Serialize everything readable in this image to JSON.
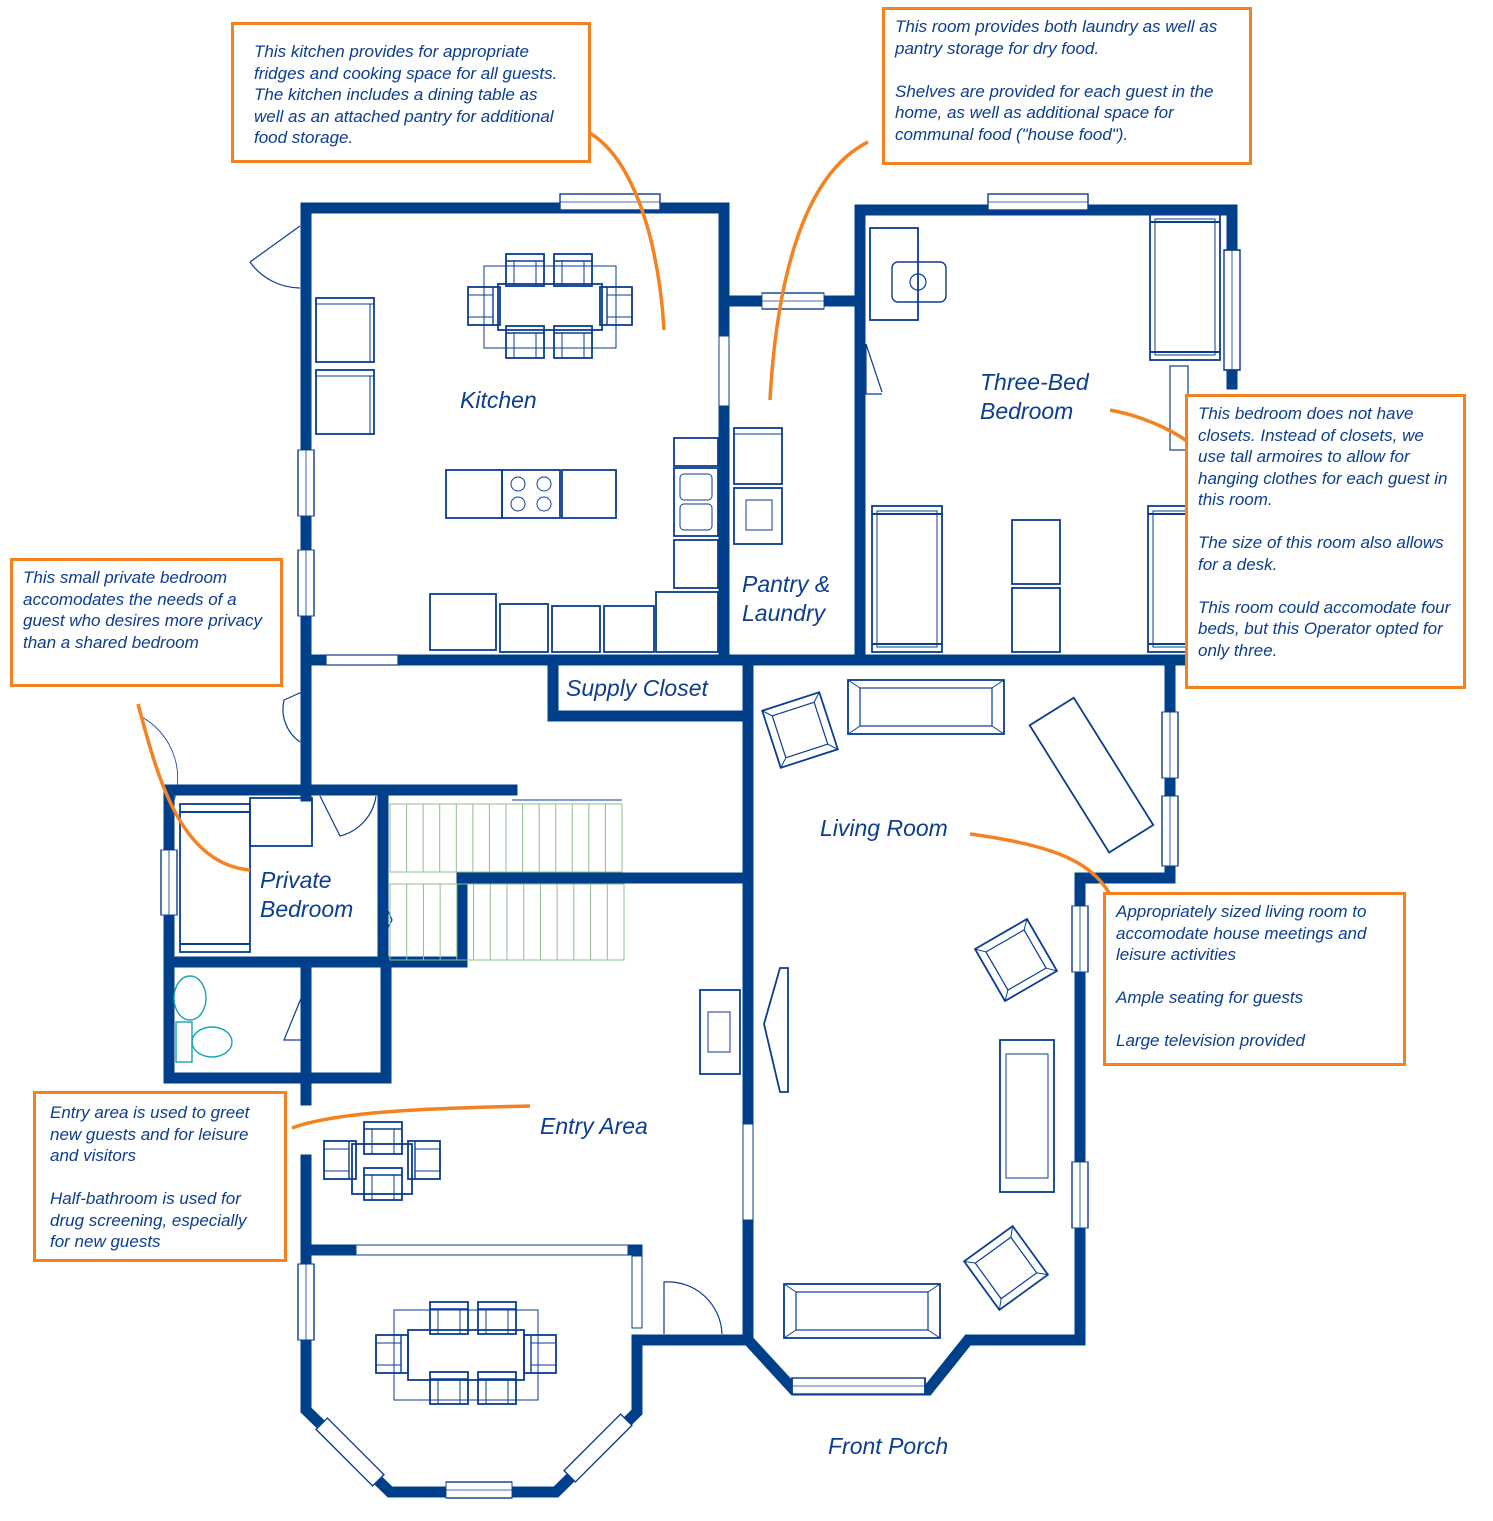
{
  "colors": {
    "wall": "#003f8a",
    "furniture": "#0b3d91",
    "fixture": "#17a3b5",
    "stairs": "#8fbf8f",
    "callout": "#f58220",
    "text": "#0b3d91"
  },
  "rooms": {
    "kitchen": "Kitchen",
    "pantry": "Pantry &\nLaundry",
    "three_bed": "Three-Bed\nBedroom",
    "supply": "Supply Closet",
    "living": "Living Room",
    "private": "Private\nBedroom",
    "entry": "Entry Area",
    "porch": "Front Porch"
  },
  "notes": {
    "kitchen": "This kitchen provides for appropriate fridges and cooking space for all guests. The kitchen includes a dining table as well as an attached pantry for additional food storage.",
    "pantry": "This room provides both laundry as well as pantry storage for dry food.\n\nShelves are provided for each guest in the home, as well as additional space for communal food (\"house food\").",
    "bedroom": "This bedroom does not have closets. Instead of closets, we use tall armoires to allow for hanging clothes for each guest in this room.\n\nThe size of this room also allows for a desk.\n\nThis room could accomodate four beds, but this Operator opted for only three.",
    "private": "This small private bedroom accomodates the needs of a guest who desires more privacy than a shared bedroom",
    "living": "Appropriately sized living room to accomodate house meetings and leisure activities\n\nAmple seating for guests\n\nLarge television provided",
    "entry": "Entry area is used to greet new guests and for leisure and visitors\n\nHalf-bathroom is used for drug screening, especially for new guests"
  },
  "icons": {
    "dining_table": "dining-table-icon",
    "chair": "chair-icon",
    "bed": "bed-icon",
    "sofa": "sofa-icon",
    "armchair": "armchair-icon",
    "toilet": "toilet-icon",
    "sink": "sink-icon",
    "stove": "stove-icon",
    "washer": "washer-icon",
    "dryer": "dryer-icon",
    "desk": "desk-icon",
    "tv": "tv-icon",
    "door": "door-icon",
    "window": "window-icon",
    "stairs": "stairs-icon",
    "leader": "leader-line-icon"
  }
}
